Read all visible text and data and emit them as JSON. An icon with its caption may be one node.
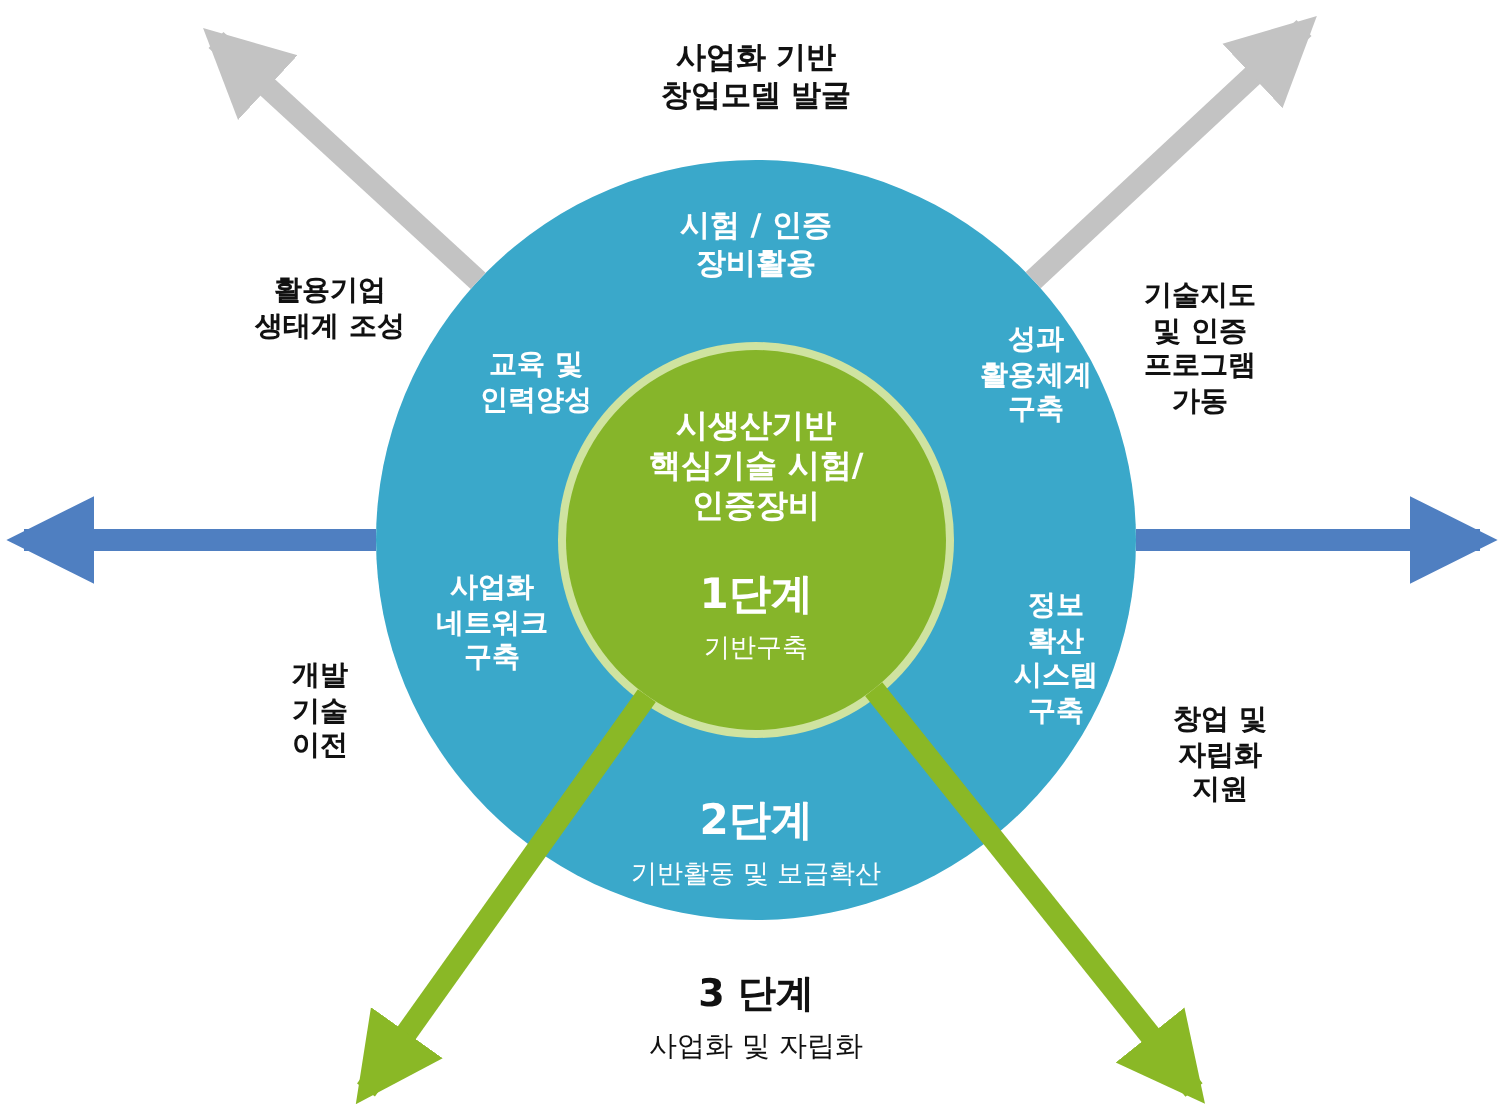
{
  "diagram": {
    "nodes": [
      {
        "text": [
          "시험 / 인증 장비활용",
          "교육 및 인력양성",
          "성과 활용체계 구축",
          "사업화 네트워크 구축",
          "정보 확산 시스템 구축",
          "2단계",
          "기반활동 및 보급확산"
        ]
      },
      {
        "text": [
          "시생산기반 핵심기술 시험/인증장비",
          "1단계",
          "기반구축"
        ],
        "in": 0
      }
    ],
    "edges": [
      {
        "from": 0,
        "to": null,
        "arrow": "to",
        "color": "#c3c3c3"
      },
      {
        "from": 0,
        "to": null,
        "arrow": "to",
        "color": "#c3c3c3"
      },
      {
        "from": 0,
        "to": null,
        "arrow": "to",
        "color": "#4f7fc1"
      },
      {
        "from": 0,
        "to": null,
        "arrow": "to",
        "color": "#4f7fc1"
      },
      {
        "from": 1,
        "to": null,
        "arrow": "to",
        "color": "#8ab826"
      },
      {
        "from": 1,
        "to": null,
        "arrow": "to",
        "color": "#8ab826"
      }
    ],
    "labels": [
      "사업화 기반 창업모델 발굴",
      "활용기업 생태계 조성",
      "기술지도 및 인증 프로그램 가동",
      "개발 기술 이전",
      "창업 및 자립화 지원",
      "3 단계",
      "사업화 및 자립화"
    ]
  }
}
